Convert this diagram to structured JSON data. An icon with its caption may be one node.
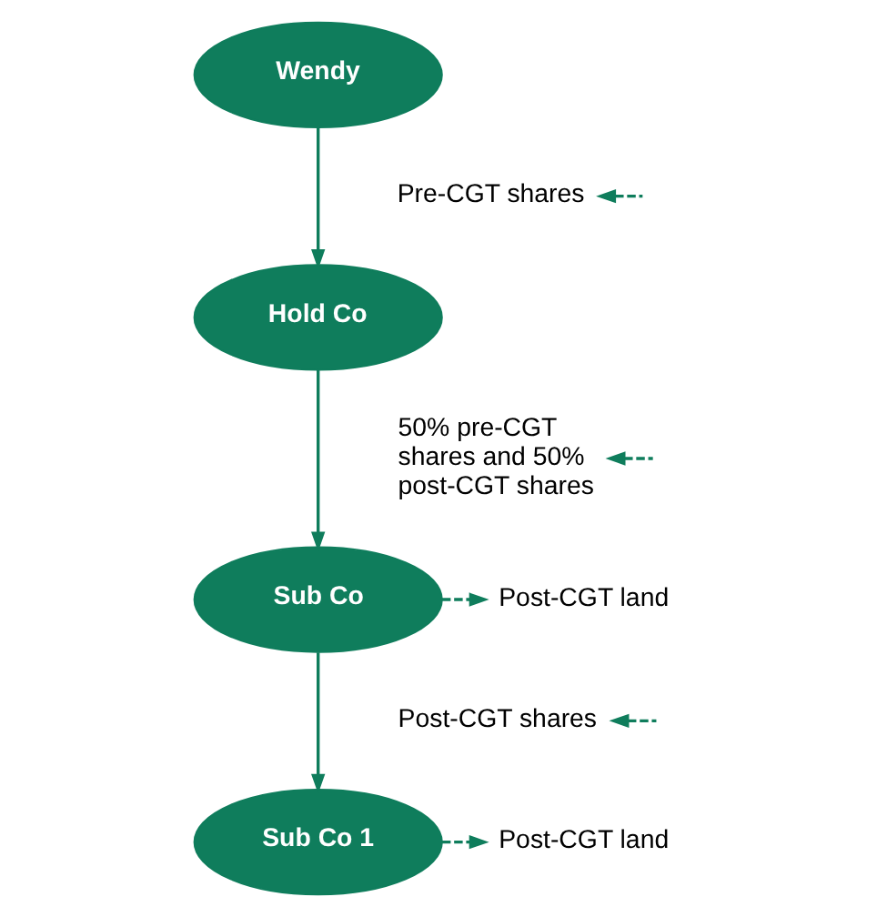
{
  "diagram": {
    "nodes": [
      {
        "text": [
          "Wendy"
        ]
      },
      {
        "text": [
          "Pre-CGT shares"
        ]
      },
      {
        "text": [
          "Hold Co"
        ]
      },
      {
        "text": [
          "50% pre-CGT shares and 50% post-CGT shares"
        ]
      },
      {
        "text": [
          "Sub Co"
        ]
      },
      {
        "text": [
          "Post-CGT land"
        ]
      },
      {
        "text": [
          "Post-CGT shares"
        ]
      },
      {
        "text": [
          "Sub Co 1"
        ]
      },
      {
        "text": [
          "Post-CGT land"
        ]
      }
    ],
    "edges": [
      {
        "from": 0,
        "to": 2,
        "arrow": "to"
      },
      {
        "from": null,
        "to": 1,
        "arrow": "to",
        "style": "dashed"
      },
      {
        "from": 2,
        "to": 4,
        "arrow": "to"
      },
      {
        "from": null,
        "to": 3,
        "arrow": "to",
        "style": "dashed"
      },
      {
        "from": 4,
        "to": 5,
        "arrow": "to",
        "style": "dashed"
      },
      {
        "from": 4,
        "to": 7,
        "arrow": "to"
      },
      {
        "from": null,
        "to": 6,
        "arrow": "to",
        "style": "dashed"
      },
      {
        "from": 7,
        "to": 8,
        "arrow": "to",
        "style": "dashed"
      }
    ]
  }
}
